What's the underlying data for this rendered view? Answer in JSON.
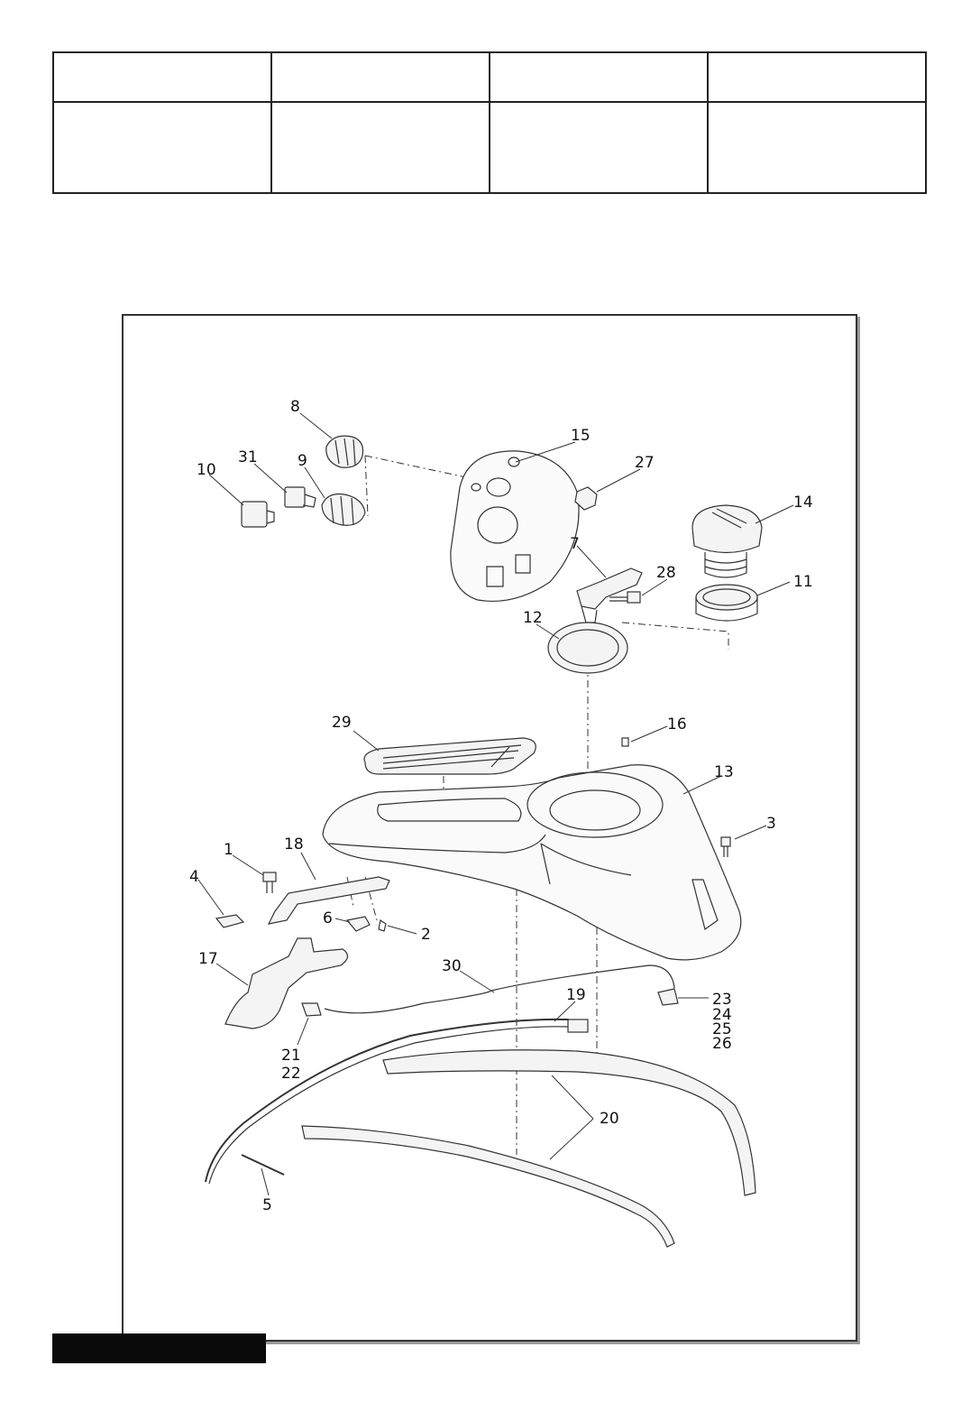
{
  "header_table": {
    "rows": [
      [
        "",
        "",
        "",
        ""
      ],
      [
        "",
        "",
        "",
        ""
      ]
    ]
  },
  "diagram": {
    "callouts": [
      "1",
      "2",
      "3",
      "4",
      "5",
      "6",
      "7",
      "8",
      "9",
      "10",
      "11",
      "12",
      "13",
      "14",
      "15",
      "16",
      "17",
      "18",
      "19",
      "20",
      "21",
      "22",
      "23",
      "24",
      "25",
      "26",
      "27",
      "28",
      "29",
      "30",
      "31"
    ]
  }
}
